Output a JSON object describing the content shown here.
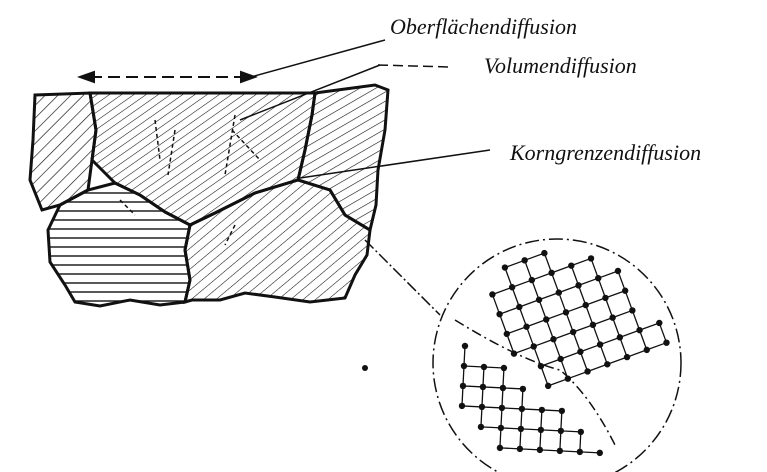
{
  "labels": {
    "surface": "Oberflächendiffusion",
    "volume": "Volumendiffusion",
    "grain_boundary": "Korngrenzendiffusion"
  },
  "colors": {
    "ink": "#111111",
    "paper": "#ffffff"
  }
}
